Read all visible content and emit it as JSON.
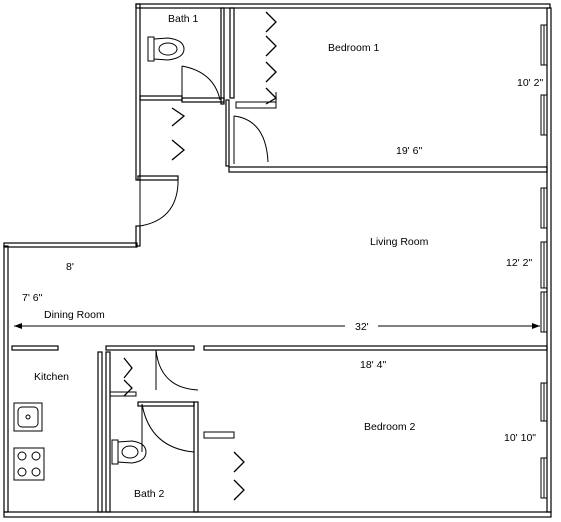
{
  "rooms": {
    "bath1": "Bath 1",
    "bedroom1": "Bedroom 1",
    "living": "Living Room",
    "dining": "Dining Room",
    "kitchen": "Kitchen",
    "bedroom2": "Bedroom 2",
    "bath2": "Bath 2"
  },
  "dimensions": {
    "bedroom1_width": "10' 2\"",
    "bedroom1_length": "19' 6\"",
    "living_width": "12' 2\"",
    "dining_width": "8'",
    "dining_depth": "7' 6\"",
    "overall_length": "32'",
    "bedroom2_length": "18' 4\"",
    "bedroom2_width": "10' 10\""
  }
}
